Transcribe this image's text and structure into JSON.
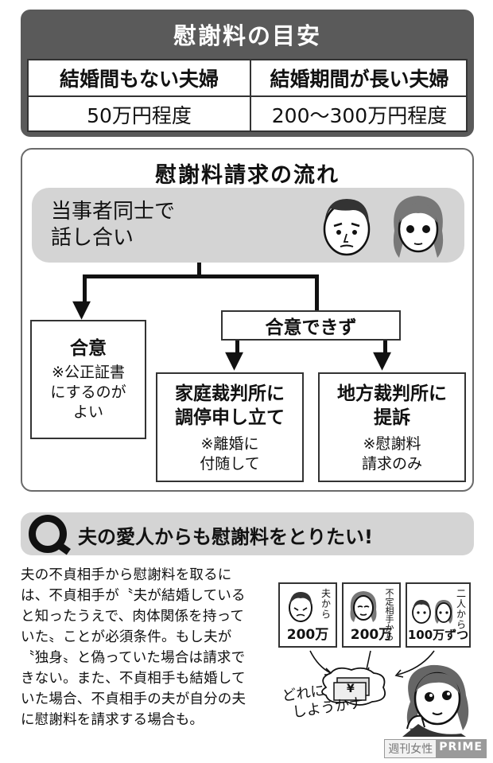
{
  "guide": {
    "title": "慰謝料の目安",
    "headers": [
      "結婚間もない夫婦",
      "結婚期間が長い夫婦"
    ],
    "values": [
      "50万円程度",
      "200〜300万円程度"
    ]
  },
  "flow": {
    "title": "慰謝料請求の流れ",
    "start": [
      "当事者同士で",
      "話し合い"
    ],
    "agree": {
      "title": "合意",
      "note": [
        "※公正証書",
        "にするのが",
        "よい"
      ]
    },
    "disagree": {
      "title": "合意できず"
    },
    "family_court": {
      "title": [
        "家庭裁判所に",
        "調停申し立て"
      ],
      "note": [
        "※離婚に",
        "付随して"
      ]
    },
    "district_court": {
      "title": [
        "地方裁判所に",
        "提訴"
      ],
      "note": [
        "※慰謝料",
        "請求のみ"
      ]
    }
  },
  "qa": {
    "q_mark": "Q",
    "question": "夫の愛人からも慰謝料をとりたい!",
    "answer": [
      "夫の不貞相手から慰謝料を取るに",
      "は、不貞相手が〝夫が結婚している",
      "と知ったうえで、肉体関係を持って",
      "いた〟ことが必須条件。もし夫が",
      "〝独身〟と偽っていた場合は請求で",
      "きない。また、不貞相手も結婚して",
      "いた場合、不貞相手の夫が自分の夫",
      "に慰謝料を請求する場合も。"
    ]
  },
  "illustration": {
    "options": [
      {
        "label": "夫から",
        "amount": "200万"
      },
      {
        "label": "不定相手から",
        "amount": "200万"
      },
      {
        "label": "二人から",
        "amount": "100万ずつ"
      }
    ],
    "yen_symbol": "¥",
    "thought": [
      "どれに",
      "しようかナ"
    ]
  },
  "watermark": {
    "left": "週刊女性",
    "right": "PRIME"
  }
}
